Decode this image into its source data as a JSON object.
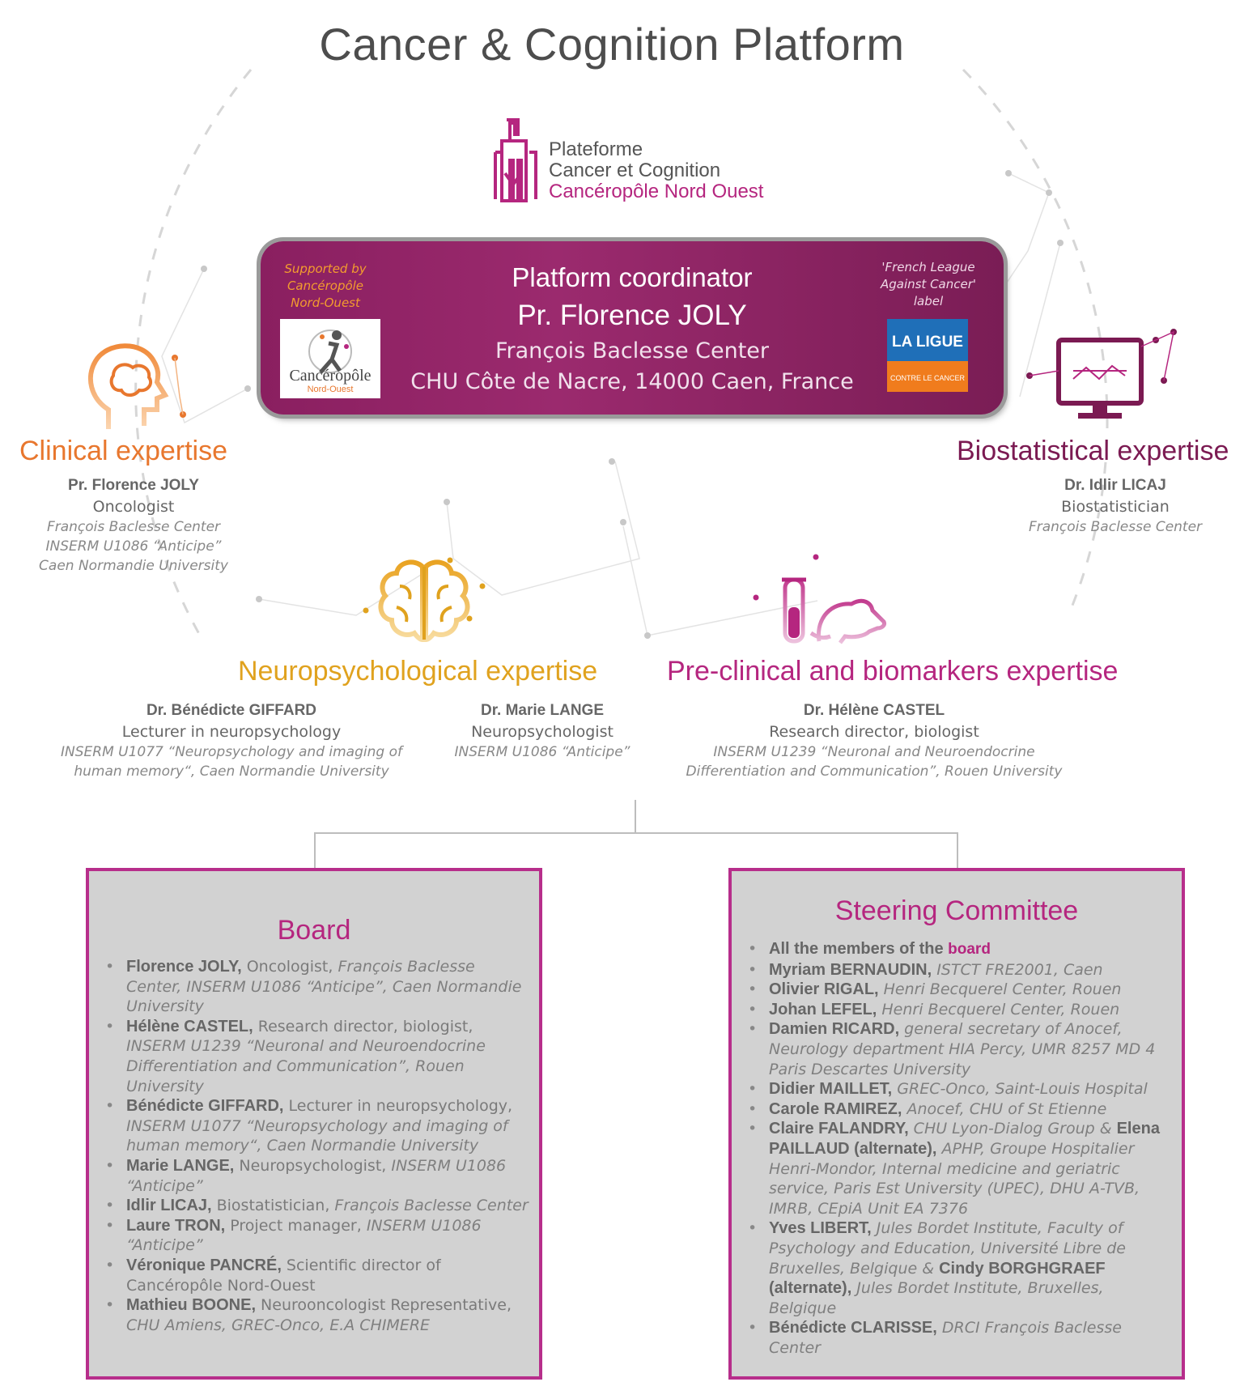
{
  "title": "Cancer & Cognition Platform",
  "logo": {
    "line1": "Plateforme",
    "line2": "Cancer et Cognition",
    "line3": "Cancéropôle Nord Ouest"
  },
  "coordinator": {
    "supported_by": "Supported by Cancéropôle Nord-Ouest",
    "cnw_logo_text": "Cancéropôle",
    "cnw_logo_sub": "Nord-Ouest",
    "title": "Platform coordinator",
    "name": "Pr.  Florence JOLY",
    "center": "François Baclesse Center",
    "address": "CHU Côte de Nacre, 14000 Caen, France",
    "league_label": "'French League Against Cancer' label",
    "ligue_logo_top": "LA LIGUE",
    "ligue_logo_bottom": "CONTRE LE CANCER"
  },
  "clinical": {
    "heading": "Clinical expertise",
    "name": "Pr. Florence JOLY",
    "role": "Oncologist",
    "aff1": "François Baclesse Center",
    "aff2": "INSERM U1086 “Anticipe”",
    "aff3": "Caen Normandie University"
  },
  "biostat": {
    "heading": "Biostatistical expertise",
    "name": "Dr. Idlir LICAJ",
    "role": "Biostatistician",
    "aff1": "François Baclesse Center"
  },
  "neuro": {
    "heading": "Neuropsychological expertise",
    "p1": {
      "name": "Dr. Bénédicte GIFFARD",
      "role": "Lecturer in neuropsychology",
      "aff1": "INSERM U1077 “Neuropsychology and imaging of",
      "aff2": "human memory“, Caen Normandie University"
    },
    "p2": {
      "name": "Dr. Marie LANGE",
      "role": "Neuropsychologist",
      "aff1": "INSERM U1086 “Anticipe”"
    }
  },
  "preclin": {
    "heading": "Pre-clinical and biomarkers expertise",
    "name": "Dr. Hélène CASTEL",
    "role": "Research director, biologist",
    "aff1": "INSERM U1239 “Neuronal and Neuroendocrine",
    "aff2": "Differentiation and Communication”, Rouen University"
  },
  "board": {
    "title": "Board",
    "items": [
      {
        "b": "Florence JOLY,",
        "t": " Oncologist, ",
        "i": "François Baclesse Center, INSERM U1086 “Anticipe”, Caen Normandie University"
      },
      {
        "b": "Hélène CASTEL,",
        "t": " Research director, biologist, ",
        "i": "INSERM U1239 “Neuronal and Neuroendocrine Differentiation and Communication”, Rouen University"
      },
      {
        "b": "Bénédicte GIFFARD,",
        "t": " Lecturer in neuropsychology, ",
        "i": "INSERM U1077 “Neuropsychology and imaging of human memory“, Caen Normandie University"
      },
      {
        "b": "Marie LANGE,",
        "t": " Neuropsychologist, ",
        "i": "INSERM U1086 “Anticipe”"
      },
      {
        "b": "Idlir LICAJ,",
        "t": " Biostatistician, ",
        "i": "François Baclesse Center"
      },
      {
        "b": "Laure TRON,",
        "t": " Project manager, ",
        "i": "INSERM U1086 “Anticipe”"
      },
      {
        "b": "Véronique PANCRÉ,",
        "t": " Scientific director of Cancéropôle Nord-Ouest",
        "i": ""
      },
      {
        "b": "Mathieu BOONE,",
        "t": " Neurooncologist Representative, ",
        "i": "CHU Amiens, GREC-Onco, E.A CHIMERE"
      }
    ]
  },
  "steering": {
    "title": "Steering Committee",
    "first_text": "All the members of the ",
    "first_hl": "board",
    "items": [
      {
        "b": "Myriam BERNAUDIN,",
        "i": " ISTCT FRE2001, Caen"
      },
      {
        "b": "Olivier RIGAL,",
        "i": " Henri Becquerel Center, Rouen"
      },
      {
        "b": "Johan LEFEL,",
        "i": " Henri Becquerel Center, Rouen"
      },
      {
        "b": "Damien RICARD,",
        "i": " general secretary of Anocef, Neurology department HIA Percy, UMR 8257 MD 4 Paris Descartes University"
      },
      {
        "b": "Didier MAILLET,",
        "i": " GREC-Onco, Saint-Louis Hospital"
      },
      {
        "b": "Carole RAMIREZ,",
        "i": " Anocef, CHU of St Etienne"
      }
    ],
    "falandry": {
      "b1": "Claire FALANDRY,",
      "i1": " CHU Lyon-Dialog Group & ",
      "b2": "Elena PAILLAUD (alternate),",
      "i2": " APHP, Groupe Hospitalier Henri-Mondor, Internal medicine and geriatric service, Paris Est University (UPEC), DHU A-TVB, IMRB, CEpiA Unit EA 7376"
    },
    "libert": {
      "b1": "Yves LIBERT,",
      "i1": " Jules Bordet Institute, Faculty of Psychology and Education, Université Libre de Bruxelles, Belgique & ",
      "b2": "Cindy BORGHGRAEF (alternate),",
      "i2": " Jules Bordet Institute, Bruxelles, Belgique"
    },
    "clarisse": {
      "b": "Bénédicte CLARISSE,",
      "i": " DRCI François Baclesse Center"
    }
  },
  "colors": {
    "clinical": "#e8772e",
    "biostat": "#7b1a52",
    "neuro": "#e0a21e",
    "preclin": "#b5267f",
    "panel_border": "#b72e8b"
  }
}
